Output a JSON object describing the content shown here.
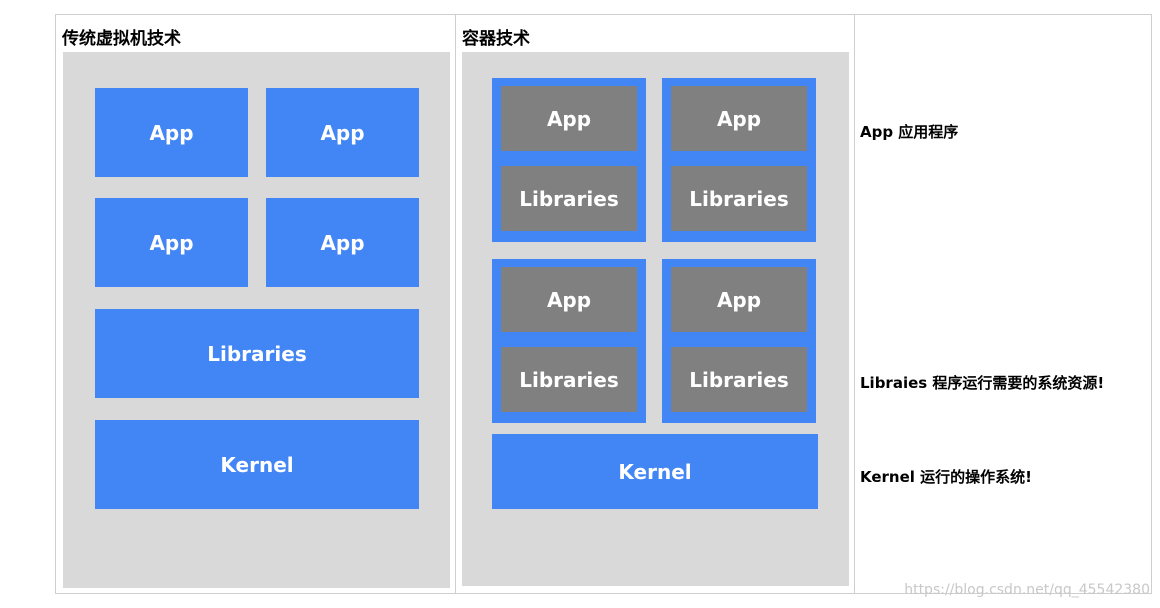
{
  "traditional": {
    "title": "传统虚拟机技术",
    "apps": [
      "App",
      "App",
      "App",
      "App"
    ],
    "libraries": "Libraries",
    "kernel": "Kernel"
  },
  "container": {
    "title": "容器技术",
    "units": [
      {
        "app": "App",
        "libraries": "Libraries"
      },
      {
        "app": "App",
        "libraries": "Libraries"
      },
      {
        "app": "App",
        "libraries": "Libraries"
      },
      {
        "app": "App",
        "libraries": "Libraries"
      }
    ],
    "kernel": "Kernel"
  },
  "legend": {
    "app": "App 应用程序",
    "libraries": "Libraies 程序运行需要的系统资源!",
    "kernel": "Kernel 运行的操作系统!"
  },
  "watermark": "https://blog.csdn.net/qq_45542380",
  "colors": {
    "blue": "#4285f4",
    "gray": "#808080",
    "panel": "#d9d9d9"
  }
}
